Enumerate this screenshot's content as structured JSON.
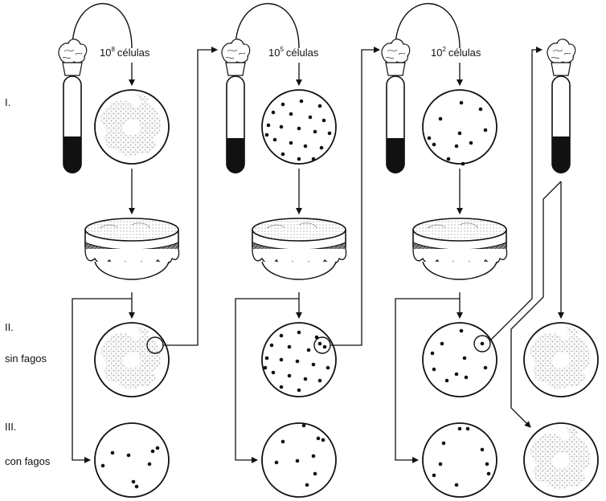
{
  "rows": {
    "row1": {
      "label": "I."
    },
    "row2": {
      "label": "II.",
      "sublabel": "sin fagos"
    },
    "row3": {
      "label": "III.",
      "sublabel": "con fagos"
    }
  },
  "stages": [
    {
      "count_base": "10",
      "count_exp": "8",
      "count_unit": "células"
    },
    {
      "count_base": "10",
      "count_exp": "5",
      "count_unit": "células"
    },
    {
      "count_base": "10",
      "count_exp": "2",
      "count_unit": "células"
    }
  ],
  "colors": {
    "ink": "#111111",
    "lawn": "#cfcfcf",
    "culture": "#111111"
  }
}
